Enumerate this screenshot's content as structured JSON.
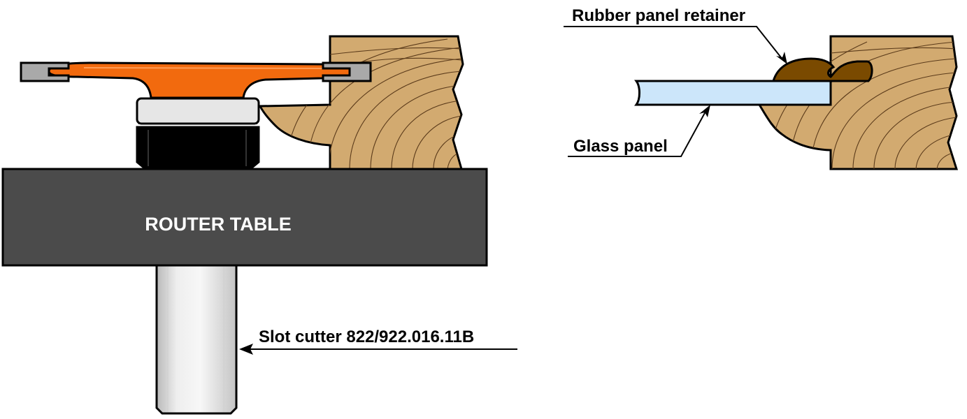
{
  "labels": {
    "router_table": "ROUTER TABLE",
    "slot_cutter": "Slot cutter 822/922.016.11B",
    "rubber_retainer": "Rubber panel retainer",
    "glass_panel": "Glass panel"
  },
  "colors": {
    "wood": "#D2AA70",
    "grain": "#5a3a1a",
    "cutter": "#F26A0E",
    "carbide": "#A9A9A9",
    "bearing": "#E6E6E6",
    "nut": "#000000",
    "table": "#4B4B4B",
    "shank": "#E2E2E2",
    "glass": "#CCE6FA",
    "rubber": "#7A4A00",
    "outline": "#000000"
  }
}
